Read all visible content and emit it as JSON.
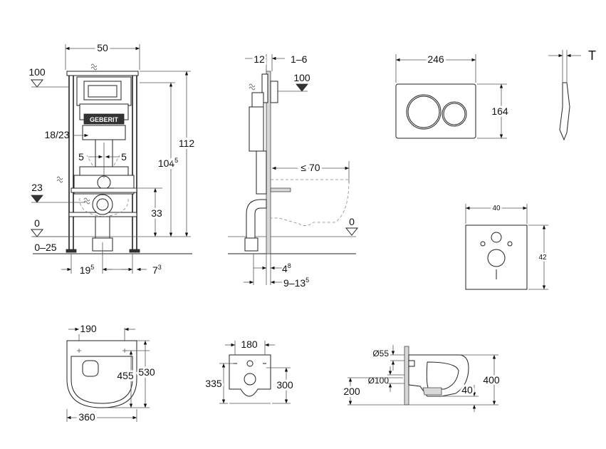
{
  "front_view": {
    "width": "50",
    "level_100": "100",
    "brand": "GEBERIT",
    "pipe_range": "18/23",
    "offset_left": "5",
    "offset_right": "5",
    "level_23": "23",
    "level_0": "0",
    "range_0_25": "0–25",
    "height_112": "112",
    "height_104": "104",
    "height_104_sup": "5",
    "height_33": "33",
    "spacing_19": "19",
    "spacing_19_sup": "5",
    "spacing_7": "7",
    "spacing_7_sup": "3"
  },
  "side_view": {
    "depth_12": "12",
    "depth_1_6": "1–6",
    "level_100": "100",
    "projection": "≤ 70",
    "level_0": "0",
    "d_4": "4",
    "d_4_sup": "8",
    "d_9_13": "9–13",
    "d_9_13_sup": "5"
  },
  "flush_plate": {
    "width": "246",
    "height": "164",
    "thickness": "T"
  },
  "sound_pad": {
    "width": "40",
    "height": "42"
  },
  "toilet_top": {
    "mount_width": "190",
    "length_455": "455",
    "length_530": "530",
    "width": "360"
  },
  "toilet_back": {
    "mount_width": "180",
    "height_335": "335",
    "height_300": "300"
  },
  "toilet_side": {
    "inlet": "Ø55",
    "outlet": "Ø100",
    "height_200": "200",
    "height_40": "40",
    "height_400": "400"
  }
}
